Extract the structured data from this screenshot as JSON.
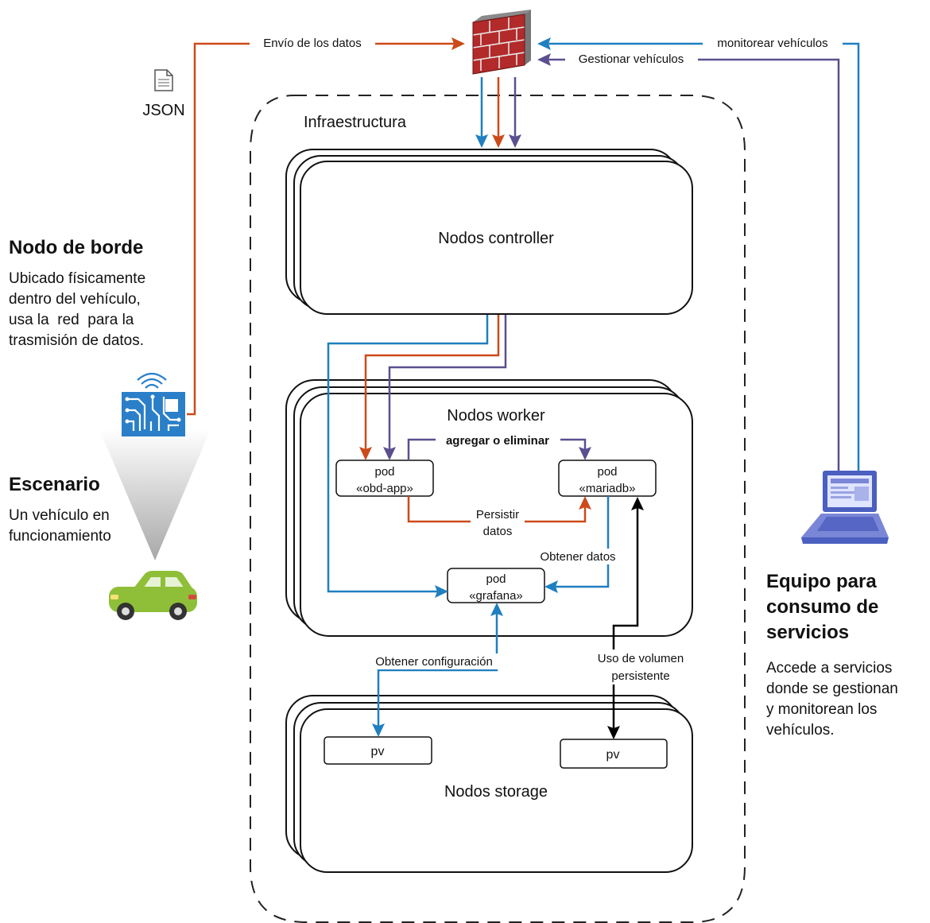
{
  "colors": {
    "send": "#cc4a1a",
    "monitor": "#1f7fc0",
    "manage": "#5b4f8f",
    "storage": "#000000"
  },
  "icons": [
    "firewall-icon",
    "json-file-icon",
    "iot-circuit-icon",
    "car-icon",
    "laptop-icon"
  ],
  "edge_node": {
    "title": "Nodo de borde",
    "description": [
      "Ubicado físicamente",
      "dentro del vehículo,",
      "usa la  red  para la",
      "trasmisión de datos."
    ]
  },
  "scenario": {
    "title": "Escenario",
    "description": [
      "Un vehículo en",
      "funcionamiento"
    ]
  },
  "consumer": {
    "title": [
      "Equipo para",
      "consumo de",
      "servicios"
    ],
    "description": [
      "Accede a servicios",
      "donde se gestionan",
      "y monitorean los",
      "vehículos."
    ]
  },
  "json_label": "JSON",
  "infrastructure_label": "Infraestructura",
  "nodes": {
    "controller": "Nodos controller",
    "worker": "Nodos worker",
    "storage": "Nodos storage"
  },
  "pods": {
    "obd": [
      "pod",
      "«obd-app»"
    ],
    "mariadb": [
      "pod",
      "«mariadb»"
    ],
    "grafana": [
      "pod",
      "«grafana»"
    ]
  },
  "volumes": {
    "pv1": "pv",
    "pv2": "pv"
  },
  "edges": {
    "send_data": "Envío de los datos",
    "monitor": "monitorear vehículos",
    "manage": "Gestionar vehículos",
    "add_remove": "agregar o eliminar",
    "persist": [
      "Persistir",
      "datos"
    ],
    "get_data": "Obtener datos",
    "get_config": "Obtener configuración",
    "volume_use": [
      "Uso de volumen",
      "persistente"
    ]
  }
}
